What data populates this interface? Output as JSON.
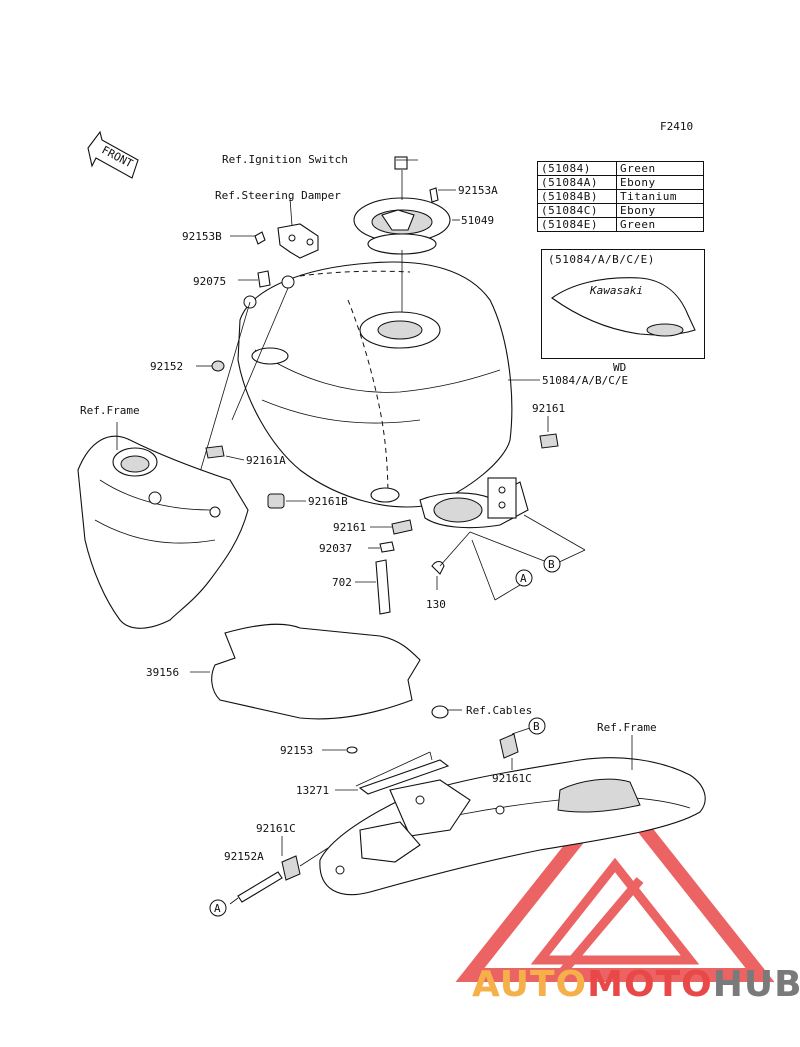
{
  "figure_code": "F2410",
  "front_label": "FRONT",
  "references": {
    "ignition_switch": "Ref.Ignition Switch",
    "steering_damper": "Ref.Steering Damper",
    "frame_left": "Ref.Frame",
    "cables": "Ref.Cables",
    "frame_right": "Ref.Frame"
  },
  "part_labels": {
    "p92153A": "92153A",
    "p51049": "51049",
    "p92153B": "92153B",
    "p92075": "92075",
    "p92152": "92152",
    "p51084": "51084/A/B/C/E",
    "p92161_right": "92161",
    "p92161A": "92161A",
    "p92161B": "92161B",
    "p92161_mid": "92161",
    "p92037": "92037",
    "p702": "702",
    "p130": "130",
    "p39156": "39156",
    "p92153": "92153",
    "p13271": "13271",
    "p92161C_right": "92161C",
    "p92161C_left": "92161C",
    "p92152A": "92152A"
  },
  "callouts": {
    "A1": "A",
    "B1": "B",
    "B2": "B",
    "A2": "A"
  },
  "color_table": [
    {
      "code": "(51084)",
      "color": "Green"
    },
    {
      "code": "(51084A)",
      "color": "Ebony"
    },
    {
      "code": "(51084B)",
      "color": "Titanium"
    },
    {
      "code": "(51084C)",
      "color": "Ebony"
    },
    {
      "code": "(51084E)",
      "color": "Green"
    }
  ],
  "detail_box": {
    "title": "(51084/A/B/C/E)",
    "decal_text": "Kawasaki",
    "label": "WD"
  },
  "watermark": {
    "part1": "AUTO",
    "part2": "MOTO",
    "part3": "HUB",
    "colors": {
      "auto": "#f5b04a",
      "moto": "#e84848",
      "hub": "#7a7a7a",
      "triangle": "#e84848"
    }
  }
}
